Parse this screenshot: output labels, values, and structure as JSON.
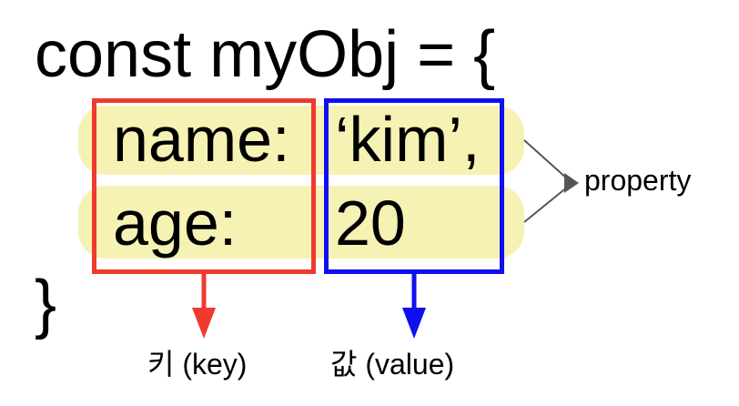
{
  "code": {
    "opening": "const myObj = {",
    "closing": "}",
    "rows": [
      {
        "key": "name:",
        "value": "‘kim’,"
      },
      {
        "key": "age:",
        "value": "20"
      }
    ]
  },
  "labels": {
    "key": "키 (key)",
    "value": "값 (value)",
    "property": "property"
  },
  "colors": {
    "key_box": "#f03a2e",
    "value_box": "#1010ee",
    "highlight": "#f5f2b3",
    "property_arrow": "#555555"
  }
}
